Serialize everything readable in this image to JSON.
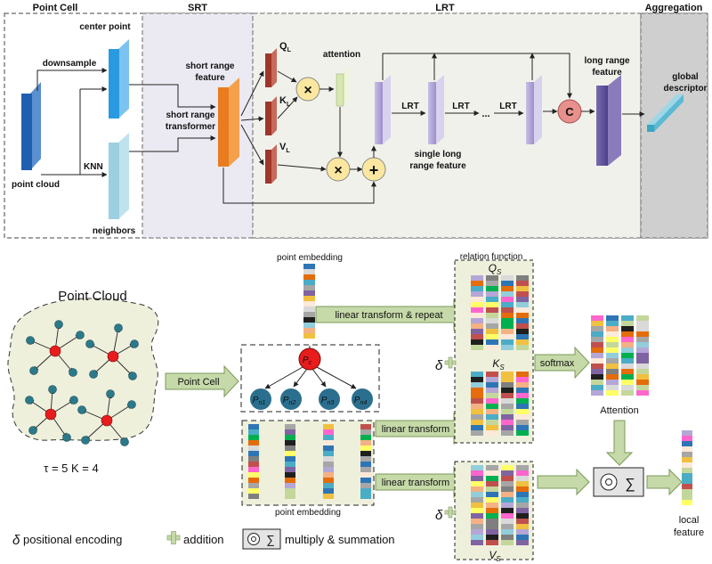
{
  "top": {
    "sections": {
      "point_cell": "Point Cell",
      "srt": "SRT",
      "lrt": "LRT",
      "aggregation": "Aggregation"
    },
    "labels": {
      "center_point": "center point",
      "downsample": "downsample",
      "point_cloud": "point cloud",
      "knn": "KNN",
      "neighbors": "neighbors",
      "short_range_feature_1": "short range",
      "short_range_feature_2": "feature",
      "short_range_transformer_1": "short range",
      "short_range_transformer_2": "transformer",
      "attention": "attention",
      "q_main": "Q",
      "q_sub": "L",
      "k_main": "K",
      "k_sub": "L",
      "v_main": "V",
      "v_sub": "L",
      "lrt_1": "LRT",
      "lrt_2": "LRT",
      "lrt_3": "LRT",
      "ellipsis": "...",
      "single_long_1": "single long",
      "single_long_2": "range feature",
      "long_range_1": "long range",
      "long_range_2": "feature",
      "global_1": "global",
      "global_2": "descriptor",
      "concat": "C",
      "mult": "×",
      "plus": "+"
    }
  },
  "bottom": {
    "point_cloud_title": "Point Cloud",
    "tau_k": "τ = 5   K = 4",
    "point_cell": "Point Cell",
    "point_embedding_top": "point embedding",
    "point_embedding_bottom": "point embedding",
    "pc_main": "P",
    "pc_sub": "c",
    "pn1_main": "P",
    "pn1_sub": "n1",
    "pn2_main": "P",
    "pn2_sub": "n2",
    "pn3_main": "P",
    "pn3_sub": "n3",
    "pn4_main": "P",
    "pn4_sub": "n4",
    "linear_repeat": "linear transform & repeat",
    "linear_1": "linear transform",
    "linear_2": "linear transform",
    "relation_function": "relation function",
    "qs_main": "Q",
    "qs_sub": "S",
    "ks_main": "K",
    "ks_sub": "S",
    "vs_main": "V",
    "vs_sub": "S",
    "delta": "δ",
    "softmax": "softmax",
    "attention": "Attention",
    "sum": "∑",
    "local_1": "local",
    "local_2": "feature"
  },
  "legend": {
    "delta": "δ",
    "positional_encoding": "positional encoding",
    "addition": "addition",
    "sum": "∑",
    "multiply_sum": "multiply & summation"
  },
  "colors": {
    "palette": [
      "#c0504d",
      "#f0c040",
      "#e46c0a",
      "#7f7f7f",
      "#4bacc6",
      "#1f1f1f",
      "#c4d79b",
      "#a6a6a6",
      "#2e75b6",
      "#8064a2",
      "#d9d9d9",
      "#f4b183",
      "#00b050",
      "#b4a7d6",
      "#92cddc",
      "#fde9d9",
      "#ff66cc",
      "#ffff66"
    ]
  }
}
